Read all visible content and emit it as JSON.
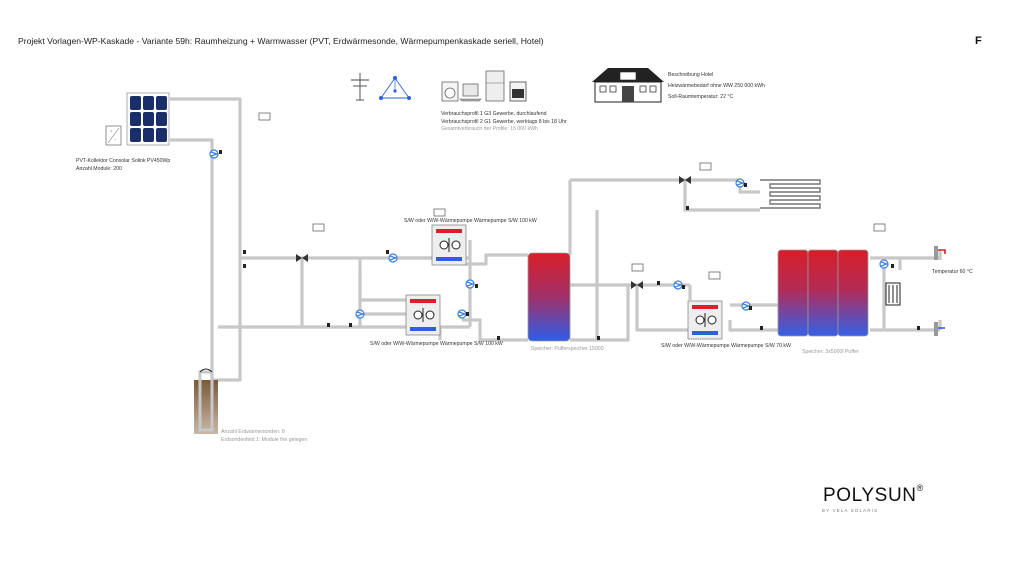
{
  "title": "Projekt Vorlagen-WP-Kaskade - Variante 59h: Raumheizung + Warmwasser (PVT, Erdwärmesonde, Wärmepumpenkaskade seriell, Hotel)",
  "flag": "F",
  "pvt": {
    "line1": "PVT-Kollektor Consolar Solink PV450Wp",
    "line2": "Anzahl Module: 200"
  },
  "consumers": {
    "line1": "Verbrauchsprofil 1 G3 Gewerbe, durchlaufend",
    "line2": "Verbrauchsprofil 2 G1 Gewerbe, werktags 8 bis 18 Uhr",
    "line3": "Gesamtverbrauch der Profile: 15 000 kWh"
  },
  "building": {
    "line1": "Beschreibung Hotel",
    "line2": "Heizwärmebedarf ohne WW 250 000 kWh",
    "line3": "Soll-Raumtemperatur: 22 °C"
  },
  "heatpumps": {
    "hp1": "S/W oder W/W-Wärmepumpe Wärmepumpe S/W 100 kW",
    "hp2": "S/W oder W/W-Wärmepumpe Wärmepumpe S/W 100 kW",
    "hp3": "S/W oder W/W-Wärmepumpe Wärmepumpe S/W 70 kW"
  },
  "storage": {
    "buffer": "Speicher: Pufferspeicher 15000",
    "dhw": "Speicher: 3x5000l Puffer"
  },
  "dhw_temp": "Temperatur 60 °C",
  "borehole": {
    "line1": "Anzahl Erdwärmesonden: 8",
    "line2": "Erdsondenfeld 1: Module frei gelegen"
  },
  "logo": {
    "name": "POLYSUN",
    "reg": "®",
    "sub": "BY VELA SOLARIS"
  },
  "colors": {
    "pipe": "#c8c8c8",
    "hot": "#d8202a",
    "cold": "#2f5fe0",
    "pump": "#3d7ee0",
    "panel": "#1a2f6a"
  }
}
